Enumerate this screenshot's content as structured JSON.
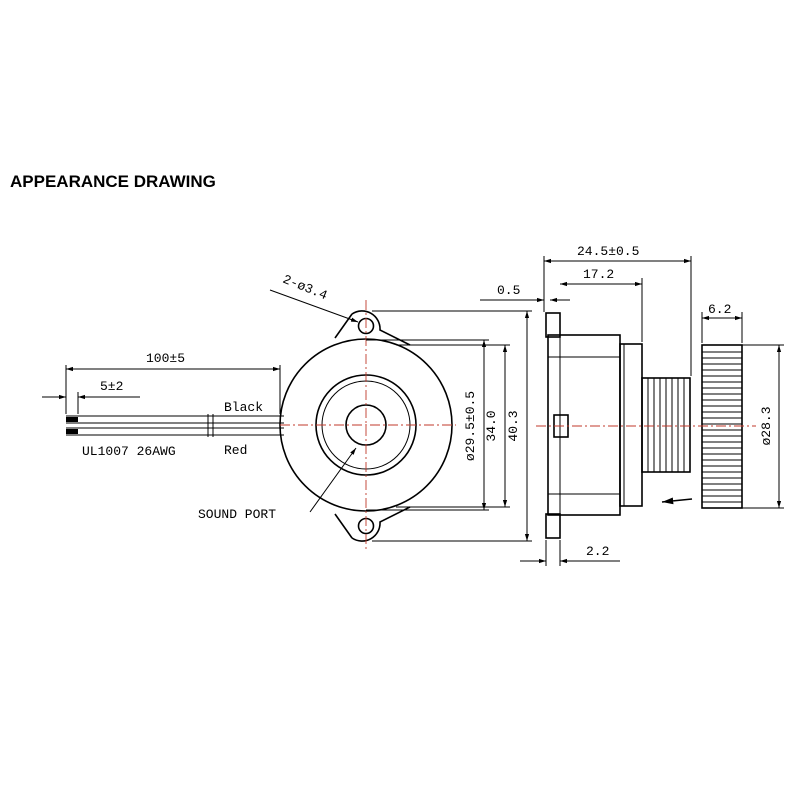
{
  "title": "APPEARANCE DRAWING",
  "labels": {
    "holes": "2-ø3.4",
    "lead_length": "100±5",
    "strip_length": "5±2",
    "wire_black": "Black",
    "wire_red": "Red",
    "wire_spec": "UL1007 26AWG",
    "sound_port": "SOUND PORT",
    "dia_inner": "ø29.5±0.5",
    "dim_34": "34.0",
    "dim_40": "40.3",
    "dim_0_5": "0.5",
    "dim_17_2": "17.2",
    "dim_24_5": "24.5±0.5",
    "dim_6_2": "6.2",
    "dia_28_3": "ø28.3",
    "dim_2_2": "2.2"
  }
}
